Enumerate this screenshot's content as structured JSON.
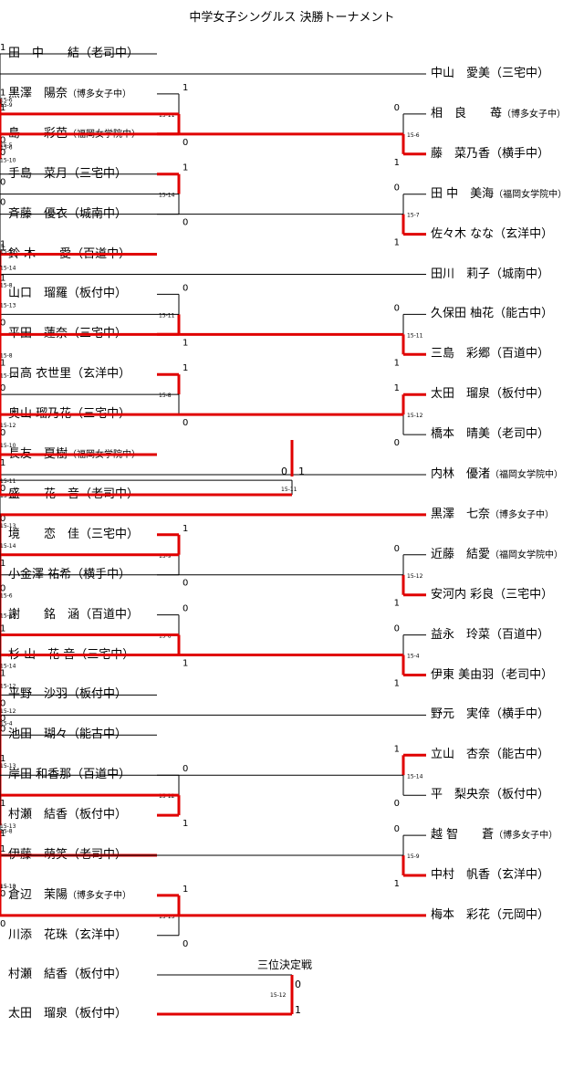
{
  "title": "中学女子シングルス 決勝トーナメント",
  "third_place_label": "三位決定戦",
  "colors": {
    "win": "#e00000",
    "line": "#000000"
  },
  "left_players": [
    {
      "name": "田　中　　結",
      "team": "（老司中）"
    },
    {
      "name": "黒澤　陽奈",
      "team": "（博多女子中）"
    },
    {
      "name": "島　　彩芭",
      "team": "（福岡女学院中）"
    },
    {
      "name": "手島　菜月",
      "team": "（三宅中）"
    },
    {
      "name": "斉藤　優衣",
      "team": "（城南中）"
    },
    {
      "name": "鈴 木　　愛",
      "team": "（百道中）"
    },
    {
      "name": "山口　瑠羅",
      "team": "（板付中）"
    },
    {
      "name": "平田　蓮奈",
      "team": "（三宅中）"
    },
    {
      "name": "日高 衣世里",
      "team": "（玄洋中）"
    },
    {
      "name": "奥山 瑠乃花",
      "team": "（三宅中）"
    },
    {
      "name": "長友　夏樹",
      "team": "（福岡女学院中）"
    },
    {
      "name": "盛　　花　音",
      "team": "（老司中）"
    },
    {
      "name": "境　　恋　佳",
      "team": "（三宅中）"
    },
    {
      "name": "小金澤 祐希",
      "team": "（横手中）"
    },
    {
      "name": "謝　　銘　涵",
      "team": "（百道中）"
    },
    {
      "name": "杉 山　花 音",
      "team": "（三宅中）"
    },
    {
      "name": "平野　沙羽",
      "team": "（板付中）"
    },
    {
      "name": "池田　瑚々",
      "team": "（能古中）"
    },
    {
      "name": "岸田 和香那",
      "team": "（百道中）"
    },
    {
      "name": "村瀬　結香",
      "team": "（板付中）"
    },
    {
      "name": "伊藤　萌笑",
      "team": "（老司中）"
    },
    {
      "name": "倉辺　茉陽",
      "team": "（博多女子中）"
    },
    {
      "name": "川添　花珠",
      "team": "（玄洋中）"
    }
  ],
  "right_players": [
    {
      "name": "中山　愛美",
      "team": "（三宅中）"
    },
    {
      "name": "相　良　　苺",
      "team": "（博多女子中）"
    },
    {
      "name": "藤　菜乃香",
      "team": "（横手中）"
    },
    {
      "name": "田 中　美海",
      "team": "（福岡女学院中）"
    },
    {
      "name": "佐々木 なな",
      "team": "（玄洋中）"
    },
    {
      "name": "田川　莉子",
      "team": "（城南中）"
    },
    {
      "name": "久保田 柚花",
      "team": "（能古中）"
    },
    {
      "name": "三島　彩郷",
      "team": "（百道中）"
    },
    {
      "name": "太田　瑠泉",
      "team": "（板付中）"
    },
    {
      "name": "橋本　晴美",
      "team": "（老司中）"
    },
    {
      "name": "内林　優渚",
      "team": "（福岡女学院中）"
    },
    {
      "name": "黒澤　七奈",
      "team": "（博多女子中）"
    },
    {
      "name": "近藤　結愛",
      "team": "（福岡女学院中）"
    },
    {
      "name": "安河内 彩良",
      "team": "（三宅中）"
    },
    {
      "name": "益永　玲菜",
      "team": "（百道中）"
    },
    {
      "name": "伊東 美由羽",
      "team": "（老司中）"
    },
    {
      "name": "野元　実倖",
      "team": "（横手中）"
    },
    {
      "name": "立山　杏奈",
      "team": "（能古中）"
    },
    {
      "name": "平　梨央奈",
      "team": "（板付中）"
    },
    {
      "name": "越 智　　蒼",
      "team": "（博多女子中）"
    },
    {
      "name": "中村　帆香",
      "team": "（玄洋中）"
    },
    {
      "name": "梅本　彩花",
      "team": "（元岡中）"
    }
  ],
  "third_players": [
    {
      "name": "村瀬　結香",
      "team": "（板付中）"
    },
    {
      "name": "太田　瑠泉",
      "team": "（板付中）"
    }
  ],
  "left_matches": [
    {
      "a": "P1",
      "b": "P2",
      "score": "15-11",
      "top": "1",
      "bot": "0",
      "win": "b"
    },
    {
      "a": "M1",
      "b": "P3",
      "score": "15-5",
      "top": "1",
      "bot": "0",
      "win": "a"
    },
    {
      "a": "P0",
      "b": "M2",
      "score": "15-6",
      "top": "1",
      "bot": "0",
      "win": "b"
    },
    {
      "a": "P3",
      "b": "P4",
      "score": "15-14",
      "top": "1",
      "bot": "0",
      "win": "a"
    },
    {
      "a": "M3",
      "b": "M4",
      "score": "15-6",
      "top": "1",
      "bot": "0",
      "win": "a"
    },
    {
      "a": "P6",
      "b": "P7",
      "score": "15-11",
      "top": "0",
      "bot": "1",
      "win": "b"
    },
    {
      "a": "P5",
      "b": "M6",
      "score": "15-8",
      "top": "1",
      "bot": "0",
      "win": "a"
    },
    {
      "a": "P8",
      "b": "P9",
      "score": "15-8",
      "top": "1",
      "bot": "0",
      "win": "a"
    },
    {
      "a": "M8",
      "b": "P10",
      "score": "15-12",
      "top": "0",
      "bot": "1",
      "win": "b"
    },
    {
      "a": "M7",
      "b": "M9",
      "score": "15-8",
      "top": "1",
      "bot": "0",
      "win": "a"
    },
    {
      "a": "M5",
      "b": "M10",
      "score": "15-11",
      "top": "0",
      "bot": "1",
      "win": "b"
    },
    {
      "a": "P12",
      "b": "P13",
      "score": "15-9",
      "top": "1",
      "bot": "0",
      "win": "a"
    },
    {
      "a": "P11",
      "b": "M12",
      "score": "15-13",
      "top": "0",
      "bot": "1",
      "win": "b"
    },
    {
      "a": "P14",
      "b": "P15",
      "score": "15-8",
      "top": "0",
      "bot": "1",
      "win": "b"
    },
    {
      "a": "M14",
      "b": "P16",
      "score": "15-14",
      "top": "1",
      "bot": "0",
      "win": "a"
    },
    {
      "a": "M13",
      "b": "M15",
      "score": "15-6",
      "top": "0",
      "bot": "1",
      "win": "b"
    },
    {
      "a": "P18",
      "b": "P19",
      "score": "15-12",
      "top": "0",
      "bot": "1",
      "win": "b"
    },
    {
      "a": "P17",
      "b": "M17",
      "score": "15-13",
      "top": "0",
      "bot": "1",
      "win": "b"
    },
    {
      "a": "P21",
      "b": "P22",
      "score": "15-13",
      "top": "1",
      "bot": "0",
      "win": "a"
    },
    {
      "a": "P20",
      "b": "M19",
      "score": "15-13",
      "top": "1",
      "bot": "0",
      "win": "a"
    },
    {
      "a": "M18",
      "b": "M20",
      "score": "15-13",
      "top": "1",
      "bot": "0",
      "win": "a"
    },
    {
      "a": "M16",
      "b": "M21",
      "score": "15-12",
      "top": "0",
      "bot": "1",
      "win": "b"
    },
    {
      "a": "M11",
      "b": "M22",
      "score": "15-11",
      "top": "1",
      "bot": "0",
      "win": "a"
    }
  ],
  "right_matches": [
    {
      "a": "P1",
      "b": "P2",
      "score": "15-6",
      "top": "0",
      "bot": "1",
      "win": "b"
    },
    {
      "a": "P0",
      "b": "M1",
      "score": "15-9",
      "top": "0",
      "bot": "1",
      "win": "b"
    },
    {
      "a": "P3",
      "b": "P4",
      "score": "15-7",
      "top": "0",
      "bot": "1",
      "win": "b"
    },
    {
      "a": "M2",
      "b": "M3",
      "score": "15-10",
      "top": "1",
      "bot": "0",
      "win": "a"
    },
    {
      "a": "P6",
      "b": "P7",
      "score": "15-11",
      "top": "0",
      "bot": "1",
      "win": "b"
    },
    {
      "a": "P5",
      "b": "M5",
      "score": "15-13",
      "top": "0",
      "bot": "1",
      "win": "b"
    },
    {
      "a": "P8",
      "b": "P9",
      "score": "15-12",
      "top": "1",
      "bot": "0",
      "win": "a"
    },
    {
      "a": "M7",
      "b": "P10",
      "score": "15-10",
      "top": "1",
      "bot": "0",
      "win": "a"
    },
    {
      "a": "M6",
      "b": "M8",
      "score": "15-14",
      "top": "0",
      "bot": "1",
      "win": "b"
    },
    {
      "a": "M4",
      "b": "M9",
      "score": "15-14",
      "top": "0",
      "bot": "1",
      "win": "b"
    },
    {
      "a": "P12",
      "b": "P13",
      "score": "15-12",
      "top": "0",
      "bot": "1",
      "win": "b"
    },
    {
      "a": "P11",
      "b": "M11",
      "score": "15-14",
      "top": "1",
      "bot": "0",
      "win": "a"
    },
    {
      "a": "P14",
      "b": "P15",
      "score": "15-4",
      "top": "0",
      "bot": "1",
      "win": "b"
    },
    {
      "a": "M13",
      "b": "P16",
      "score": "15-12",
      "top": "1",
      "bot": "0",
      "win": "a"
    },
    {
      "a": "M12",
      "b": "M14",
      "score": "15-12",
      "top": "1",
      "bot": "0",
      "win": "a"
    },
    {
      "a": "P17",
      "b": "P18",
      "score": "15-14",
      "top": "1",
      "bot": "0",
      "win": "a"
    },
    {
      "a": "P19",
      "b": "P20",
      "score": "15-9",
      "top": "0",
      "bot": "1",
      "win": "b"
    },
    {
      "a": "M17",
      "b": "P21",
      "score": "15-10",
      "top": "0",
      "bot": "1",
      "win": "b"
    },
    {
      "a": "M16",
      "b": "M18",
      "score": "15-8",
      "top": "0",
      "bot": "1",
      "win": "b"
    },
    {
      "a": "M15",
      "b": "M19",
      "score": "15-4",
      "top": "1",
      "bot": "0",
      "win": "a"
    },
    {
      "a": "M10",
      "b": "M20",
      "score": "15-13",
      "top": "0",
      "bot": "1",
      "win": "a"
    }
  ],
  "final": {
    "score": "15-11",
    "left_score": "0",
    "right_score": "1",
    "win": "left"
  },
  "third_place": {
    "score": "15-12",
    "top": "0",
    "bot": "1",
    "win": "b"
  }
}
